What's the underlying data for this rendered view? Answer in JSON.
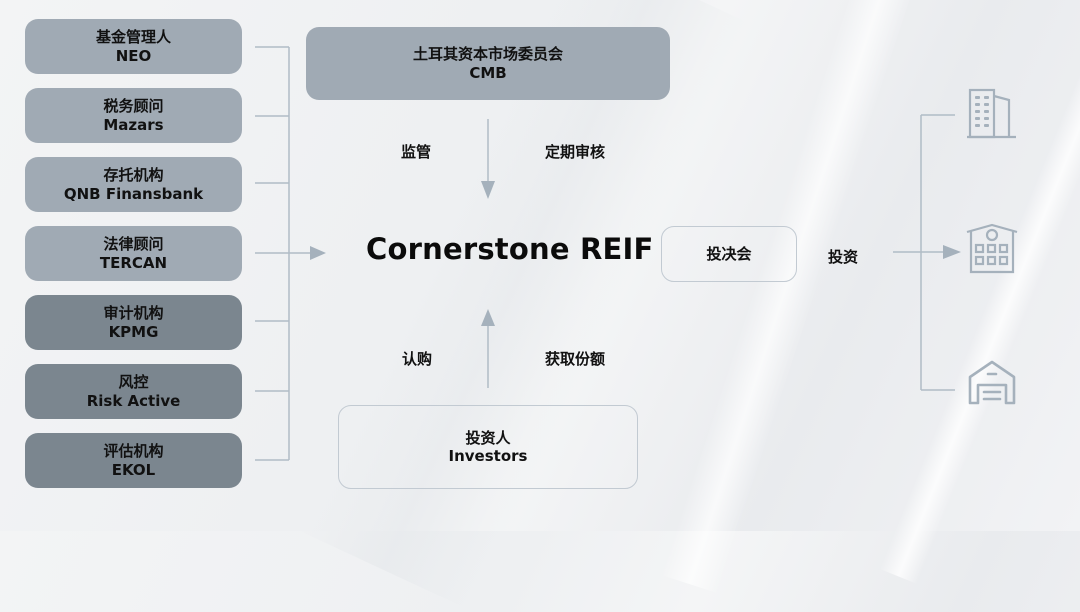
{
  "diagram": {
    "title": "Cornerstone REIF",
    "colors": {
      "light_box": "#a0aab4",
      "dark_box": "#7b868f",
      "connector": "#b0bcc6",
      "icon": "#a5b1bc"
    },
    "service_providers": [
      {
        "zh": "基金管理人",
        "en": "NEO",
        "shade": "light"
      },
      {
        "zh": "税务顾问",
        "en": "Mazars",
        "shade": "light"
      },
      {
        "zh": "存托机构",
        "en": "QNB Finansbank",
        "shade": "light"
      },
      {
        "zh": "法律顾问",
        "en": "TERCAN",
        "shade": "light"
      },
      {
        "zh": "审计机构",
        "en": "KPMG",
        "shade": "dark"
      },
      {
        "zh": "风控",
        "en": "Risk Active",
        "shade": "dark"
      },
      {
        "zh": "评估机构",
        "en": "EKOL",
        "shade": "dark"
      }
    ],
    "regulator": {
      "zh": "土耳其资本市场委员会",
      "en": "CMB"
    },
    "regulator_labels": {
      "left": "监管",
      "right": "定期审核"
    },
    "investors": {
      "zh": "投资人",
      "en": "Investors"
    },
    "investor_labels": {
      "left": "认购",
      "right": "获取份额"
    },
    "committee": {
      "label": "投决会"
    },
    "invest_label": "投资",
    "assets": [
      {
        "icon": "office-building-icon"
      },
      {
        "icon": "apartment-building-icon"
      },
      {
        "icon": "warehouse-icon"
      }
    ]
  }
}
